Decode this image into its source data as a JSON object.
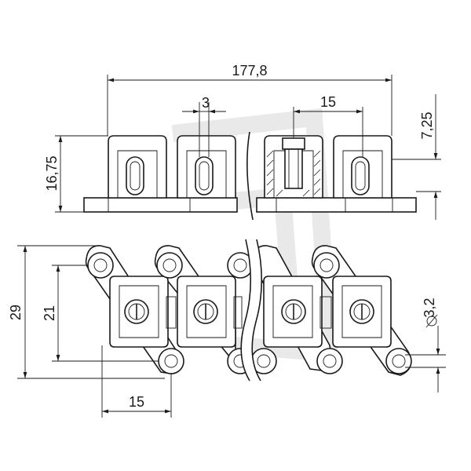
{
  "dimensions": {
    "total_length": "177,8",
    "gap_width": "3",
    "pitch_top": "15",
    "small_height": "7,25",
    "top_height": "16,75",
    "overall_width": "29",
    "pin_spacing": "21",
    "pitch_bottom": "15",
    "hole_diameter": "3,2"
  },
  "colors": {
    "line": "#1a1a1a",
    "background": "#ffffff",
    "watermark": "#e9e9e9"
  }
}
